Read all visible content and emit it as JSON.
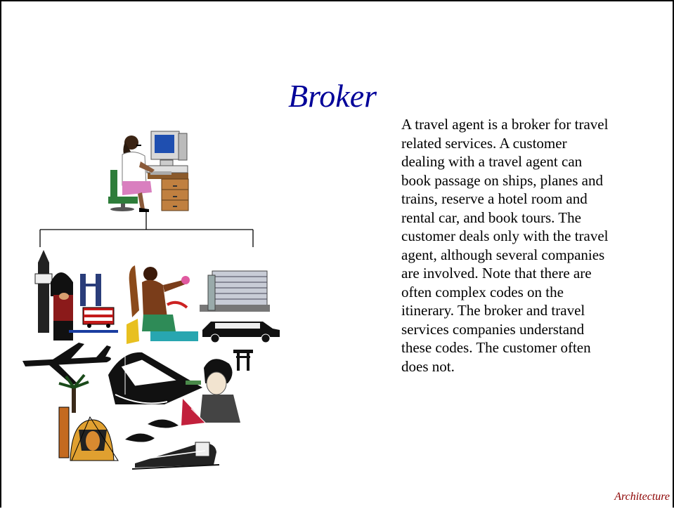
{
  "slide": {
    "title": "Broker",
    "body": "A travel agent is a broker for travel related services.  A customer dealing with a travel agent can book passage on ships, planes and trains, reserve a hotel room and rental car, and book tours.  The customer deals only with the travel agent, although several companies are involved.  Note that there are often complex codes on the itinerary.  The broker and travel services companies understand these codes.  The customer often does not.",
    "footer": "Architecture"
  },
  "illustration": {
    "broker": "travel-agent-at-computer",
    "services": [
      "london-landmarks",
      "hawaiian-dancer",
      "hotel-building",
      "limousine",
      "airplane",
      "cruise-ship",
      "torii-gate",
      "geisha",
      "egyptian-sphinx",
      "train"
    ]
  }
}
